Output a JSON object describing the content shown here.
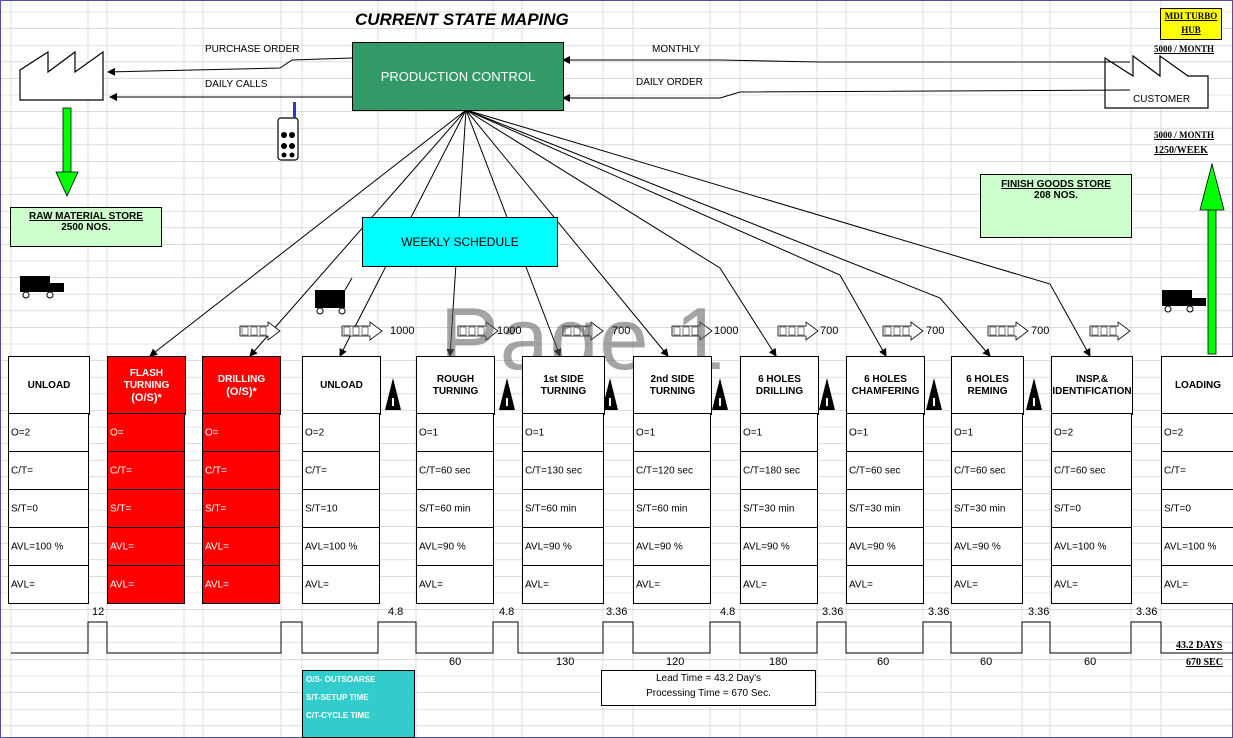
{
  "title": "CURRENT STATE MAPING",
  "corner_label": [
    "MDI TURBO",
    "HUB"
  ],
  "watermark": "Page 1",
  "production_control": "PRODUCTION CONTROL",
  "weekly_schedule": "WEEKLY SCHEDULE",
  "info_flows": {
    "purchase_order": "PURCHASE ORDER",
    "daily_calls": "DAILY CALLS",
    "monthly": "MONTHLY",
    "daily_order": "DAILY ORDER"
  },
  "supplier": {
    "demand": "5000 / MONTH",
    "label": "CUSTOMER"
  },
  "customer_demand": {
    "monthly": "5000 / MONTH",
    "weekly": "1250/WEEK"
  },
  "raw_material_store": {
    "title": "RAW MATERIAL STORE",
    "qty": "2500 NOS."
  },
  "finish_goods_store": {
    "title": "FINISH GOODS STORE",
    "qty": "208 NOS."
  },
  "push_quantities": [
    "1000",
    "1000",
    "700",
    "1000",
    "700",
    "700",
    "700"
  ],
  "processes": [
    {
      "name": [
        "UNLOAD"
      ],
      "red": false,
      "op": "O=2",
      "ct": "C/T=",
      "st": "S/T=0",
      "avl1": "AVL=100 %",
      "avl2": "AVL="
    },
    {
      "name": [
        "FLASH",
        "TURNING",
        "(O/S)*"
      ],
      "red": true,
      "op": "O=",
      "ct": "C/T=",
      "st": "S/T=",
      "avl1": "AVL=",
      "avl2": "AVL="
    },
    {
      "name": [
        "DRILLING",
        "(O/S)*"
      ],
      "red": true,
      "op": "O=",
      "ct": "C/T=",
      "st": "S/T=",
      "avl1": "AVL=",
      "avl2": "AVL="
    },
    {
      "name": [
        "UNLOAD"
      ],
      "red": false,
      "op": "O=2",
      "ct": "C/T=",
      "st": "S/T=10",
      "avl1": "AVL=100 %",
      "avl2": "AVL="
    },
    {
      "name": [
        "ROUGH",
        "TURNING"
      ],
      "red": false,
      "op": "O=1",
      "ct": "C/T=60 sec",
      "st": "S/T=60 min",
      "avl1": "AVL=90 %",
      "avl2": "AVL="
    },
    {
      "name": [
        "1st SIDE",
        "TURNING"
      ],
      "red": false,
      "op": "O=1",
      "ct": "C/T=130 sec",
      "st": "S/T=60 min",
      "avl1": "AVL=90 %",
      "avl2": "AVL="
    },
    {
      "name": [
        "2nd SIDE",
        "TURNING"
      ],
      "red": false,
      "op": "O=1",
      "ct": "C/T=120 sec",
      "st": "S/T=60 min",
      "avl1": "AVL=90 %",
      "avl2": "AVL="
    },
    {
      "name": [
        "6 HOLES",
        "DRILLING"
      ],
      "red": false,
      "op": "O=1",
      "ct": "C/T=180 sec",
      "st": "S/T=30 min",
      "avl1": "AVL=90 %",
      "avl2": "AVL="
    },
    {
      "name": [
        "6 HOLES",
        "CHAMFERING"
      ],
      "red": false,
      "op": "O=1",
      "ct": "C/T=60 sec",
      "st": "S/T=30 min",
      "avl1": "AVL=90 %",
      "avl2": "AVL="
    },
    {
      "name": [
        "6 HOLES",
        "REMING"
      ],
      "red": false,
      "op": "O=1",
      "ct": "C/T=60 sec",
      "st": "S/T=30 min",
      "avl1": "AVL=90 %",
      "avl2": "AVL="
    },
    {
      "name": [
        "INSP.&",
        "IDENTIFICATION"
      ],
      "red": false,
      "op": "O=2",
      "ct": "C/T=60 sec",
      "st": "S/T=0",
      "avl1": "AVL=100 %",
      "avl2": "AVL="
    },
    {
      "name": [
        "LOADING"
      ],
      "red": false,
      "op": "O=2",
      "ct": "C/T=",
      "st": "S/T=0",
      "avl1": "AVL=100 %",
      "avl2": "AVL="
    }
  ],
  "timeline_upper": [
    "12",
    "4.8",
    "4.8",
    "3.36",
    "4.8",
    "3.36",
    "3.36",
    "3.36",
    "3.36"
  ],
  "timeline_lower": [
    "60",
    "130",
    "120",
    "180",
    "60",
    "60",
    "60"
  ],
  "total_days": "43.2 DAYS",
  "total_sec": "670 SEC",
  "lead_time": "Lead Time = 43.2 Day's",
  "processing_time": "Processing Time = 670 Sec.",
  "legend": [
    "O/S- OUTSOARSE",
    "S/T-SETUP TIME",
    "C/T-CYCLE TIME"
  ],
  "colors": {
    "production_control": "#339966",
    "weekly_schedule": "#00ffff",
    "store": "#ccffcc",
    "red_process": "#ff0000",
    "legend": "#33cccc",
    "corner": "#ffff00",
    "arrow_green": "#00ff00"
  }
}
